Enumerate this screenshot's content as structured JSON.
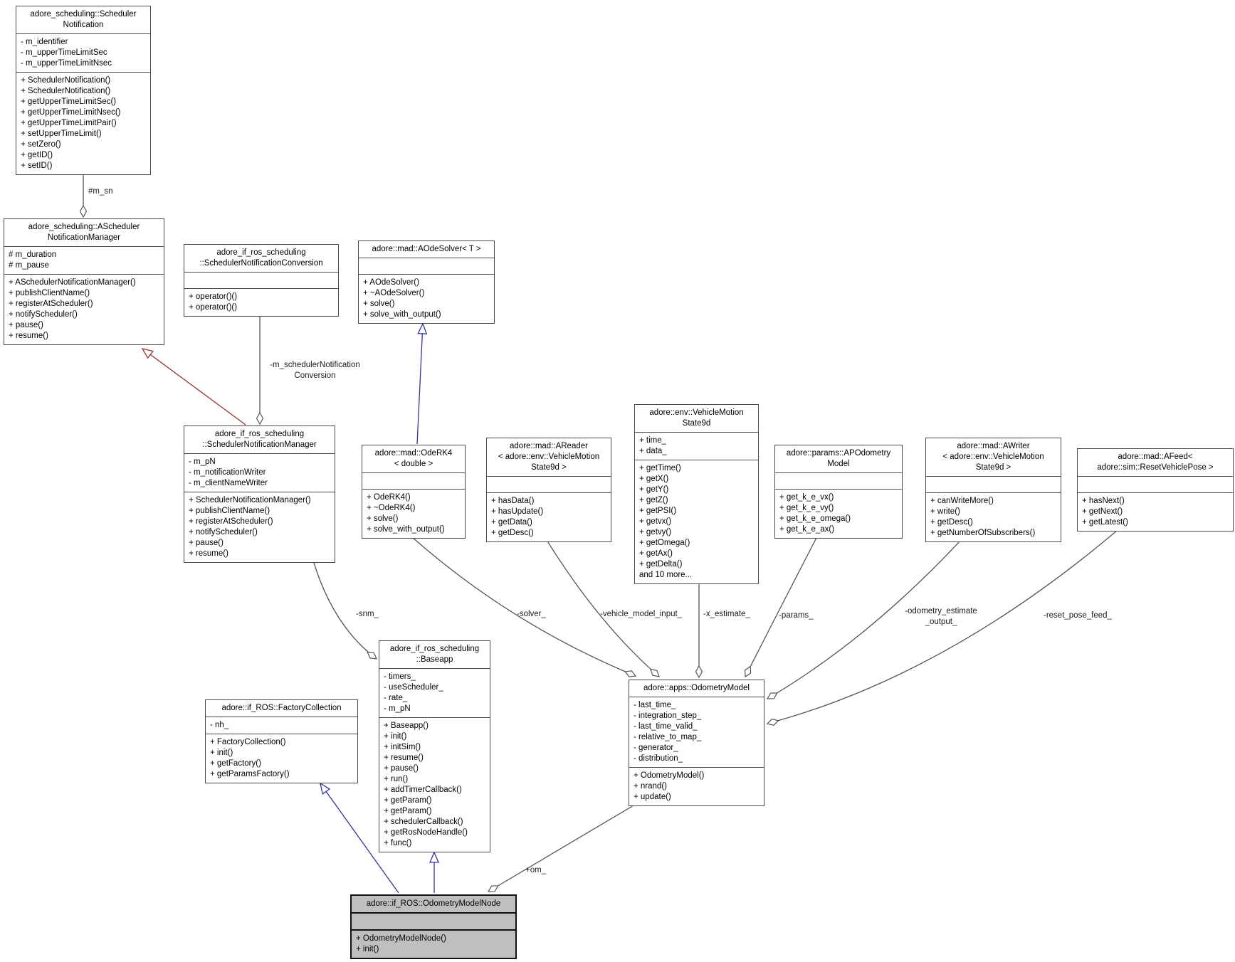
{
  "diagram": {
    "kind": "uml-class-diagram",
    "colors": {
      "box_border": "#4a4a4a",
      "box_fill": "#ffffff",
      "selected_fill": "#bfbfbf",
      "association_line": "#545454",
      "inheritance_blue": "#3333a0",
      "inheritance_red": "#993333"
    },
    "classes": [
      {
        "id": "scheduler-notification",
        "title": "adore_scheduling::Scheduler\nNotification",
        "attributes": [
          "- m_identifier",
          "- m_upperTimeLimitSec",
          "- m_upperTimeLimitNsec"
        ],
        "methods": [
          "+ SchedulerNotification()",
          "+ SchedulerNotification()",
          "+ getUpperTimeLimitSec()",
          "+ getUpperTimeLimitNsec()",
          "+ getUpperTimeLimitPair()",
          "+ setUpperTimeLimit()",
          "+ setZero()",
          "+ getID()",
          "+ setID()"
        ],
        "selected": false
      },
      {
        "id": "a-scheduler-notification-manager",
        "title": "adore_scheduling::AScheduler\nNotificationManager",
        "attributes": [
          "# m_duration",
          "# m_pause"
        ],
        "methods": [
          "+ ASchedulerNotificationManager()",
          "+ publishClientName()",
          "+ registerAtScheduler()",
          "+ notifyScheduler()",
          "+ pause()",
          "+ resume()"
        ],
        "selected": false
      },
      {
        "id": "scheduler-notification-conversion",
        "title": "adore_if_ros_scheduling\n::SchedulerNotificationConversion",
        "attributes": [],
        "methods": [
          "+ operator()()",
          "+ operator()()"
        ],
        "selected": false
      },
      {
        "id": "a-ode-solver",
        "title": "adore::mad::AOdeSolver< T >",
        "attributes": [],
        "methods": [
          "+ AOdeSolver()",
          "+ ~AOdeSolver()",
          "+ solve()",
          "+ solve_with_output()"
        ],
        "selected": false
      },
      {
        "id": "scheduler-notification-manager",
        "title": "adore_if_ros_scheduling\n::SchedulerNotificationManager",
        "attributes": [
          "- m_pN",
          "- m_notificationWriter",
          "- m_clientNameWriter"
        ],
        "methods": [
          "+ SchedulerNotificationManager()",
          "+ publishClientName()",
          "+ registerAtScheduler()",
          "+ notifyScheduler()",
          "+ pause()",
          "+ resume()"
        ],
        "selected": false
      },
      {
        "id": "ode-rk4",
        "title": "adore::mad::OdeRK4\n< double >",
        "attributes": [],
        "methods": [
          "+ OdeRK4()",
          "+ ~OdeRK4()",
          "+ solve()",
          "+ solve_with_output()"
        ],
        "selected": false
      },
      {
        "id": "a-reader",
        "title": "adore::mad::AReader\n< adore::env::VehicleMotion\nState9d >",
        "attributes": [],
        "methods": [
          "+ hasData()",
          "+ hasUpdate()",
          "+ getData()",
          "+ getDesc()"
        ],
        "selected": false
      },
      {
        "id": "vehicle-motion-state9d",
        "title": "adore::env::VehicleMotion\nState9d",
        "attributes": [
          "+ time_",
          "+ data_"
        ],
        "methods": [
          "+ getTime()",
          "+ getX()",
          "+ getY()",
          "+ getZ()",
          "+ getPSI()",
          "+ getvx()",
          "+ getvy()",
          "+ getOmega()",
          "+ getAx()",
          "+ getDelta()",
          "and 10 more..."
        ],
        "selected": false
      },
      {
        "id": "ap-odometry-model",
        "title": "adore::params::APOdometry\nModel",
        "attributes": [],
        "methods": [
          "+ get_k_e_vx()",
          "+ get_k_e_vy()",
          "+ get_k_e_omega()",
          "+ get_k_e_ax()"
        ],
        "selected": false
      },
      {
        "id": "a-writer",
        "title": "adore::mad::AWriter\n< adore::env::VehicleMotion\nState9d >",
        "attributes": [],
        "methods": [
          "+ canWriteMore()",
          "+ write()",
          "+ getDesc()",
          "+ getNumberOfSubscribers()"
        ],
        "selected": false
      },
      {
        "id": "a-feed",
        "title": "adore::mad::AFeed<\nadore::sim::ResetVehiclePose >",
        "attributes": [],
        "methods": [
          "+ hasNext()",
          "+ getNext()",
          "+ getLatest()"
        ],
        "selected": false
      },
      {
        "id": "baseapp",
        "title": "adore_if_ros_scheduling\n::Baseapp",
        "attributes": [
          "- timers_",
          "- useScheduler_",
          "- rate_",
          "- m_pN"
        ],
        "methods": [
          "+ Baseapp()",
          "+ init()",
          "+ initSim()",
          "+ resume()",
          "+ pause()",
          "+ run()",
          "+ addTimerCallback()",
          "+ getParam()",
          "+ getParam()",
          "+ schedulerCallback()",
          "+ getRosNodeHandle()",
          "+ func()"
        ],
        "selected": false
      },
      {
        "id": "factory-collection",
        "title": "adore::if_ROS::FactoryCollection",
        "attributes": [
          "- nh_"
        ],
        "methods": [
          "+ FactoryCollection()",
          "+ init()",
          "+ getFactory()",
          "+ getParamsFactory()"
        ],
        "selected": false
      },
      {
        "id": "odometry-model",
        "title": "adore::apps::OdometryModel",
        "attributes": [
          "- last_time_",
          "- integration_step_",
          "- last_time_valid_",
          "- relative_to_map_",
          "- generator_",
          "- distribution_"
        ],
        "methods": [
          "+ OdometryModel()",
          "+ nrand()",
          "+ update()"
        ],
        "selected": false
      },
      {
        "id": "odometry-model-node",
        "title": "adore::if_ROS::OdometryModelNode",
        "attributes": [],
        "methods": [
          "+ OdometryModelNode()",
          "+ init()"
        ],
        "selected": true
      }
    ],
    "edges": [
      {
        "id": "m-sn",
        "label": "#m_sn",
        "type": "aggregation",
        "from": "scheduler-notification",
        "to": "a-scheduler-notification-manager"
      },
      {
        "id": "snm-generalization",
        "label": "",
        "type": "inheritance-red",
        "from": "scheduler-notification-manager",
        "to": "a-scheduler-notification-manager"
      },
      {
        "id": "scheduler-notification-conversion-member",
        "label": "-m_schedulerNotification\nConversion",
        "type": "aggregation",
        "from": "scheduler-notification-conversion",
        "to": "scheduler-notification-manager"
      },
      {
        "id": "oderk4-generalization",
        "label": "",
        "type": "inheritance-blue",
        "from": "ode-rk4",
        "to": "a-ode-solver"
      },
      {
        "id": "snm",
        "label": "-snm_",
        "type": "aggregation",
        "from": "scheduler-notification-manager",
        "to": "baseapp"
      },
      {
        "id": "solver",
        "label": "-solver_",
        "type": "aggregation",
        "from": "ode-rk4",
        "to": "odometry-model"
      },
      {
        "id": "vehicle-model-input",
        "label": "-vehicle_model_input_",
        "type": "aggregation",
        "from": "a-reader",
        "to": "odometry-model"
      },
      {
        "id": "x-estimate",
        "label": "-x_estimate_",
        "type": "aggregation",
        "from": "vehicle-motion-state9d",
        "to": "odometry-model"
      },
      {
        "id": "params",
        "label": "-params_",
        "type": "aggregation",
        "from": "ap-odometry-model",
        "to": "odometry-model"
      },
      {
        "id": "odometry-estimate-output",
        "label": "-odometry_estimate\n_output_",
        "type": "aggregation",
        "from": "a-writer",
        "to": "odometry-model"
      },
      {
        "id": "reset-pose-feed",
        "label": "-reset_pose_feed_",
        "type": "aggregation",
        "from": "a-feed",
        "to": "odometry-model"
      },
      {
        "id": "om",
        "label": "+om_",
        "type": "aggregation",
        "from": "odometry-model",
        "to": "odometry-model-node"
      },
      {
        "id": "node-generalization-factory",
        "label": "",
        "type": "inheritance-blue",
        "from": "odometry-model-node",
        "to": "factory-collection"
      },
      {
        "id": "node-generalization-baseapp",
        "label": "",
        "type": "inheritance-blue",
        "from": "odometry-model-node",
        "to": "baseapp"
      }
    ]
  }
}
